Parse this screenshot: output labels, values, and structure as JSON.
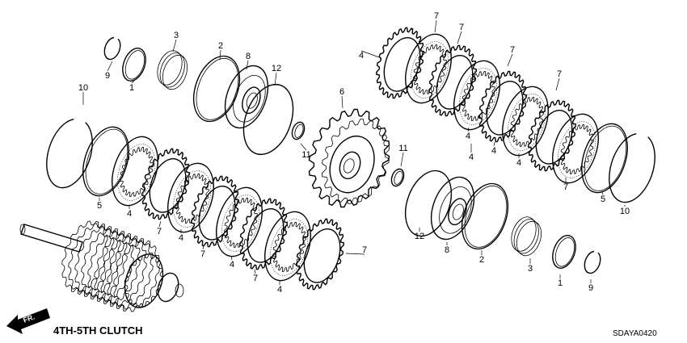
{
  "diagram": {
    "title": "4TH-5TH CLUTCH",
    "code": "SDAYA0420",
    "direction_badge": "FR.",
    "icons": {
      "direction": "front-arrow-icon"
    },
    "callouts": [
      {
        "text": "9"
      },
      {
        "text": "1"
      },
      {
        "text": "3"
      },
      {
        "text": "2"
      },
      {
        "text": "8"
      },
      {
        "text": "12"
      },
      {
        "text": "10"
      },
      {
        "text": "6"
      },
      {
        "text": "11"
      },
      {
        "text": "5"
      },
      {
        "text": "4"
      },
      {
        "text": "7"
      },
      {
        "text": "4"
      },
      {
        "text": "7"
      },
      {
        "text": "4"
      },
      {
        "text": "7"
      },
      {
        "text": "4"
      },
      {
        "text": "7"
      },
      {
        "text": "4"
      },
      {
        "text": "7"
      },
      {
        "text": "7"
      },
      {
        "text": "4"
      },
      {
        "text": "7"
      },
      {
        "text": "4"
      },
      {
        "text": "7"
      },
      {
        "text": "4"
      },
      {
        "text": "7"
      },
      {
        "text": "4"
      },
      {
        "text": "5"
      },
      {
        "text": "10"
      },
      {
        "text": "11"
      },
      {
        "text": "12"
      },
      {
        "text": "8"
      },
      {
        "text": "2"
      },
      {
        "text": "3"
      },
      {
        "text": "1"
      },
      {
        "text": "9"
      }
    ]
  }
}
